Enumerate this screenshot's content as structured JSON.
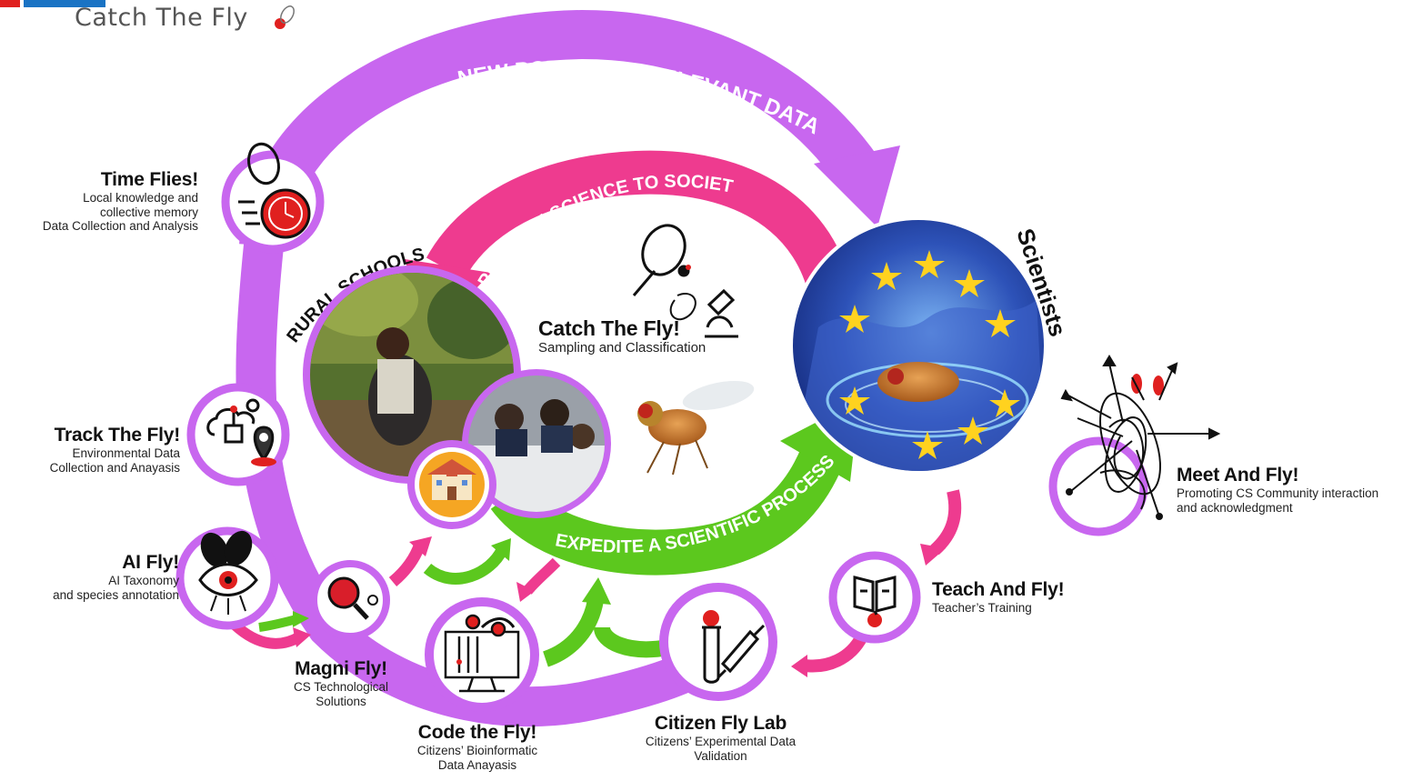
{
  "logo": {
    "subtitle": "Catch The Fly"
  },
  "arcs": {
    "outer": "NEW POTENTIAL RELEVANT DATA",
    "inner": "APPROACH SCIENCE TO SOCIETY",
    "green": "EXPEDITE A SCIENTIFIC PROCESS",
    "schools": "RURAL SCHOOLS",
    "scientists": "Scientists"
  },
  "colors": {
    "purple": "#c867ef",
    "magenta": "#ee3b8f",
    "green": "#5cc81e",
    "red": "#e0201f"
  },
  "nodes": {
    "time_flies": {
      "title": "Time Flies!",
      "sub1": "Local knowledge and",
      "sub2": "collective memory",
      "sub3": "Data Collection and Analysis",
      "icon": "stopwatch-icon"
    },
    "track_the_fly": {
      "title": "Track The Fly!",
      "sub1": "Environmental Data",
      "sub2": "Collection and Anayasis",
      "icon": "weather-location-icon"
    },
    "ai_fly": {
      "title": "AI Fly!",
      "sub1": "AI Taxonomy",
      "sub2": "and species annotation",
      "icon": "ai-fly-eye-icon"
    },
    "magni_fly": {
      "title": "Magni Fly!",
      "sub1": "CS Technological",
      "sub2": "Solutions",
      "icon": "magnifier-icon"
    },
    "code_the_fly": {
      "title": "Code the Fly!",
      "sub1": "Citizens’ Bioinformatic",
      "sub2": "Data Anayasis",
      "icon": "computer-dna-icon"
    },
    "citizen_fly_lab": {
      "title": "Citizen Fly Lab",
      "sub1": "Citizens’ Experimental Data",
      "sub2": "Validation",
      "icon": "pipette-icon"
    },
    "teach_and_fly": {
      "title": "Teach And Fly!",
      "sub1": "Teacher’s Training",
      "icon": "teacher-book-icon"
    },
    "meet_and_fly": {
      "title": "Meet And Fly!",
      "sub1": "Promoting CS Community interaction",
      "sub2": "and acknowledgment",
      "icon": "fly-network-icon"
    },
    "catch_the_fly": {
      "title": "Catch The Fly!",
      "sub1": "Sampling and Classification",
      "icon": "net-microscope-icon"
    }
  }
}
